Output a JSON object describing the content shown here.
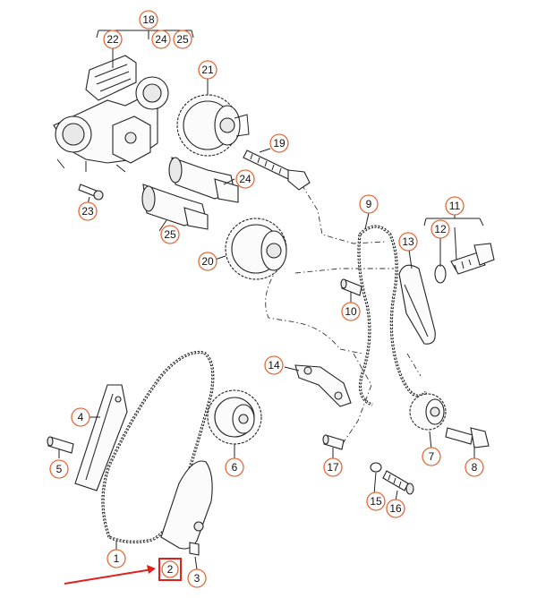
{
  "diagram": {
    "labels": [
      {
        "id": "l1",
        "text": "1",
        "style": "circle"
      },
      {
        "id": "l2",
        "text": "2",
        "style": "square-highlight"
      },
      {
        "id": "l3",
        "text": "3",
        "style": "circle"
      },
      {
        "id": "l4",
        "text": "4",
        "style": "circle"
      },
      {
        "id": "l5",
        "text": "5",
        "style": "circle"
      },
      {
        "id": "l6",
        "text": "6",
        "style": "circle"
      },
      {
        "id": "l7",
        "text": "7",
        "style": "circle"
      },
      {
        "id": "l8",
        "text": "8",
        "style": "circle"
      },
      {
        "id": "l9",
        "text": "9",
        "style": "circle"
      },
      {
        "id": "l10",
        "text": "10",
        "style": "circle"
      },
      {
        "id": "l11",
        "text": "11",
        "style": "circle"
      },
      {
        "id": "l12",
        "text": "12",
        "style": "circle"
      },
      {
        "id": "l13",
        "text": "13",
        "style": "circle"
      },
      {
        "id": "l14",
        "text": "14",
        "style": "circle"
      },
      {
        "id": "l15",
        "text": "15",
        "style": "circle"
      },
      {
        "id": "l16",
        "text": "16",
        "style": "circle"
      },
      {
        "id": "l17",
        "text": "17",
        "style": "circle"
      },
      {
        "id": "l18",
        "text": "18",
        "style": "circle"
      },
      {
        "id": "l19",
        "text": "19",
        "style": "circle"
      },
      {
        "id": "l20",
        "text": "20",
        "style": "circle"
      },
      {
        "id": "l21",
        "text": "21",
        "style": "circle"
      },
      {
        "id": "l22",
        "text": "22",
        "style": "circle"
      },
      {
        "id": "l23",
        "text": "23",
        "style": "circle"
      },
      {
        "id": "l24a",
        "text": "24",
        "style": "circle"
      },
      {
        "id": "l24b",
        "text": "24",
        "style": "circle"
      },
      {
        "id": "l25a",
        "text": "25",
        "style": "circle"
      },
      {
        "id": "l25b",
        "text": "25",
        "style": "circle"
      }
    ],
    "colors": {
      "callout_ring": "#e26a3a",
      "highlight": "#e0201c",
      "linework": "#222222"
    }
  }
}
